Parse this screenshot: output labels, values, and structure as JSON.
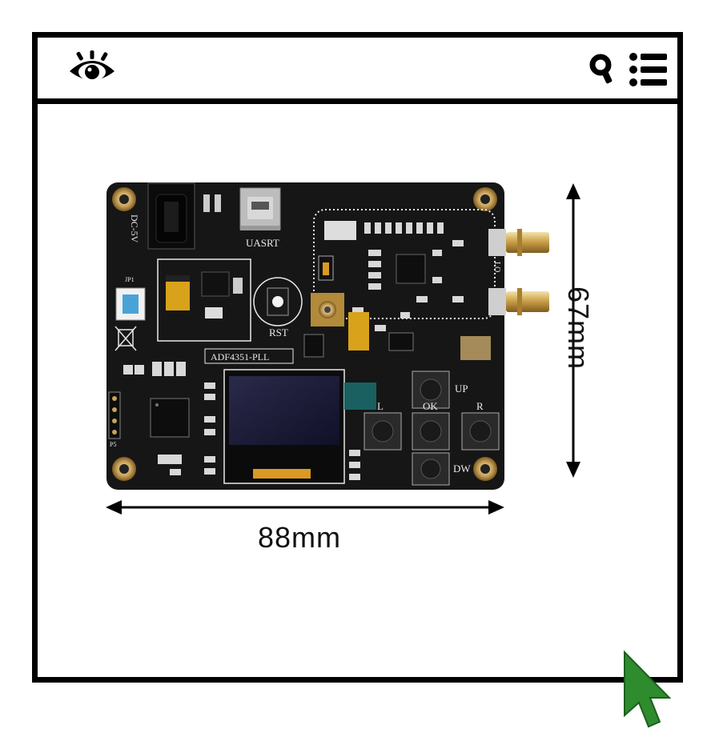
{
  "window": {
    "left_icon": "eye-icon",
    "right_icons": [
      "search-icon",
      "menu-list-icon"
    ]
  },
  "board": {
    "model_label": "ADF4351-PLL",
    "power_label": "DC-5V",
    "usb_label": "UASRT",
    "reset_label": "RST",
    "button_labels": [
      "UP",
      "L",
      "OK",
      "R",
      "DW"
    ],
    "jumper_label": "JP1",
    "header_label": "P5",
    "lo_label": "LO"
  },
  "dimensions": {
    "width": "88mm",
    "height": "67mm"
  },
  "colors": {
    "frame": "#000000",
    "pcb": "#161616",
    "cursor": "#2e8b2e"
  }
}
